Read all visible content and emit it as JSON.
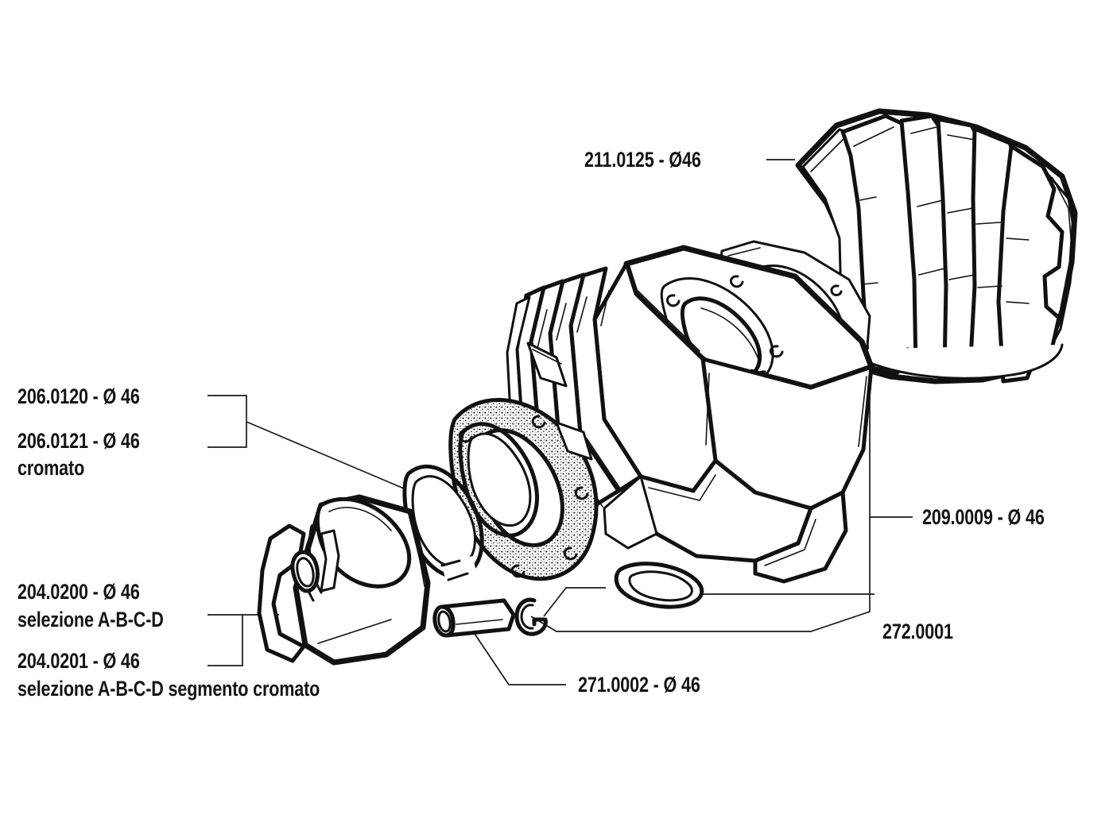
{
  "diagram": {
    "type": "exploded-parts-view",
    "subject": "two-stroke cylinder kit",
    "background_color": "#ffffff",
    "ink_color": "#111111"
  },
  "labels": {
    "head": {
      "id": "211.0125 - Ø46",
      "part": "cylinder-head"
    },
    "rings": {
      "line1": "206.0120 - Ø 46",
      "line2": "206.0121 - Ø 46",
      "line3": "cromato",
      "part": "piston-rings"
    },
    "piston": {
      "line1": "204.0200 - Ø 46",
      "line2": "selezione A-B-C-D",
      "line3": "204.0201 - Ø 46",
      "line4": "selezione A-B-C-D segmento cromato",
      "part": "piston"
    },
    "cylinder": {
      "id": "209.0009 - Ø 46",
      "part": "cylinder-barrel"
    },
    "circlip": {
      "id": "272.0001",
      "part": "circlip"
    },
    "pin": {
      "id": "271.0002 - Ø 46",
      "part": "gudgeon-pin"
    }
  }
}
